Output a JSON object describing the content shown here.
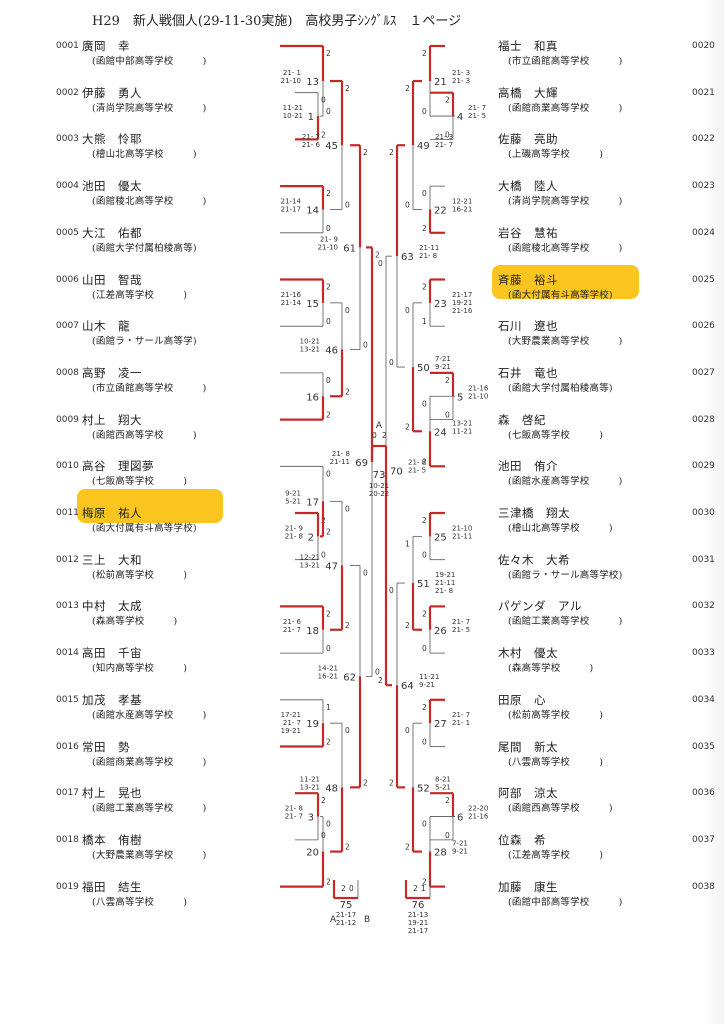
{
  "header": {
    "title": "H29　新人戦個人(29-11-30実施)　高校男子ｼﾝｸﾞﾙｽ　１ページ"
  },
  "left_players": [
    {
      "no": "0001",
      "name": "廣岡　幸",
      "school": "(函館中部高等学校　　　)"
    },
    {
      "no": "0002",
      "name": "伊藤　勇人",
      "school": "(清尚学院高等学校　　　)"
    },
    {
      "no": "0003",
      "name": "大熊　怜耶",
      "school": "(檜山北高等学校　　　)"
    },
    {
      "no": "0004",
      "name": "池田　優太",
      "school": "(函館稜北高等学校　　　)"
    },
    {
      "no": "0005",
      "name": "大江　佑都",
      "school": "(函館大学付属柏稜高等)"
    },
    {
      "no": "0006",
      "name": "山田　智哉",
      "school": "(江差高等学校　　　)"
    },
    {
      "no": "0007",
      "name": "山木　龍",
      "school": "(函館ラ・サール高等学)"
    },
    {
      "no": "0008",
      "name": "高野　凌一",
      "school": "(市立函館高等学校　　　)"
    },
    {
      "no": "0009",
      "name": "村上　翔大",
      "school": "(函館西高等学校　　　)"
    },
    {
      "no": "0010",
      "name": "高谷　理図夢",
      "school": "(七飯高等学校　　　)"
    },
    {
      "no": "0011",
      "name": "梅原　祐人",
      "school": "(函大付属有斗高等学校)"
    },
    {
      "no": "0012",
      "name": "三上　大和",
      "school": "(松前高等学校　　　)"
    },
    {
      "no": "0013",
      "name": "中村　太成",
      "school": "(森高等学校　　　)"
    },
    {
      "no": "0014",
      "name": "高田　千宙",
      "school": "(知内高等学校　　　)"
    },
    {
      "no": "0015",
      "name": "加茂　孝基",
      "school": "(函館水産高等学校　　　)"
    },
    {
      "no": "0016",
      "name": "常田　勢",
      "school": "(函館商業高等学校　　　)"
    },
    {
      "no": "0017",
      "name": "村上　晃也",
      "school": "(函館工業高等学校　　　)"
    },
    {
      "no": "0018",
      "name": "橋本　侑樹",
      "school": "(大野農業高等学校　　　)"
    },
    {
      "no": "0019",
      "name": "福田　結生",
      "school": "(八雲高等学校　　　)"
    }
  ],
  "right_players": [
    {
      "no": "0020",
      "name": "福士　和真",
      "school": "(市立函館高等学校　　　)"
    },
    {
      "no": "0021",
      "name": "高橋　大輝",
      "school": "(函館商業高等学校　　　)"
    },
    {
      "no": "0022",
      "name": "佐藤　亮助",
      "school": "(上磯高等学校　　　)"
    },
    {
      "no": "0023",
      "name": "大橋　陸人",
      "school": "(清尚学院高等学校　　　)"
    },
    {
      "no": "0024",
      "name": "岩谷　慧祐",
      "school": "(函館稜北高等学校　　　)"
    },
    {
      "no": "0025",
      "name": "斉藤　裕斗",
      "school": "(函大付属有斗高等学校)"
    },
    {
      "no": "0026",
      "name": "石川　遼也",
      "school": "(大野農業高等学校　　　)"
    },
    {
      "no": "0027",
      "name": "石井　竜也",
      "school": "(函館大学付属柏稜高等)"
    },
    {
      "no": "0028",
      "name": "森　啓紀",
      "school": "(七飯高等学校　　　)"
    },
    {
      "no": "0029",
      "name": "池田　侑介",
      "school": "(函館水産高等学校　　　)"
    },
    {
      "no": "0030",
      "name": "三津橋　翔太",
      "school": "(檜山北高等学校　　　)"
    },
    {
      "no": "0031",
      "name": "佐々木　大希",
      "school": "(函館ラ・サール高等学校)"
    },
    {
      "no": "0032",
      "name": "パゲンダ　アル",
      "school": "(函館工業高等学校　　　)"
    },
    {
      "no": "0033",
      "name": "木村　優太",
      "school": "(森高等学校　　　)"
    },
    {
      "no": "0034",
      "name": "田原　心",
      "school": "(松前高等学校　　　)"
    },
    {
      "no": "0035",
      "name": "尾間　新太",
      "school": "(八雲高等学校　　　)"
    },
    {
      "no": "0036",
      "name": "阿部　涼太",
      "school": "(函館西高等学校　　　)"
    },
    {
      "no": "0037",
      "name": "位森　希",
      "school": "(江差高等学校　　　)"
    },
    {
      "no": "0038",
      "name": "加藤　康生",
      "school": "(函館中部高等学校　　　)"
    }
  ],
  "highlight_color": "#f9c51e",
  "bracket_color": "#c62828",
  "matches": [
    {
      "no": "13",
      "scores": [
        "21- 1",
        "21-10"
      ],
      "wins": [
        "2",
        "0"
      ]
    },
    {
      "no": "1",
      "scores": [
        "11-21",
        "10-21"
      ],
      "wins": [
        "0",
        "2"
      ]
    },
    {
      "no": "45",
      "scores": [
        "21- 7",
        "21- 6"
      ],
      "wins": [
        "2",
        "0"
      ]
    },
    {
      "no": "14",
      "scores": [
        "21-14",
        "21-17"
      ],
      "wins": [
        "2",
        "0"
      ]
    },
    {
      "no": "61",
      "scores": [
        "21- 9",
        "21-10"
      ],
      "wins": [
        "2",
        "0"
      ]
    },
    {
      "no": "15",
      "scores": [
        "21-16",
        "21-14"
      ],
      "wins": [
        "2",
        "0"
      ]
    },
    {
      "no": "46",
      "scores": [
        "10-21",
        "13-21"
      ],
      "wins": [
        "0",
        "2"
      ]
    },
    {
      "no": "16",
      "scores": [],
      "wins": [
        "0",
        "2"
      ]
    },
    {
      "no": "69",
      "scores": [
        "21- 8",
        "21-11"
      ],
      "wins": [
        "2",
        "0"
      ]
    },
    {
      "no": "17",
      "scores": [
        "9-21",
        "5-21"
      ],
      "wins": [
        "0",
        "2"
      ]
    },
    {
      "no": "2",
      "scores": [
        "21- 9",
        "21- 8"
      ],
      "wins": [
        "2",
        "0"
      ]
    },
    {
      "no": "47",
      "scores": [
        "12-21",
        "13-21"
      ],
      "wins": [
        "0",
        "2"
      ]
    },
    {
      "no": "18",
      "scores": [
        "21- 6",
        "21- 7"
      ],
      "wins": [
        "2",
        "0"
      ]
    },
    {
      "no": "62",
      "scores": [
        "14-21",
        "16-21"
      ],
      "wins": [
        "0",
        "2"
      ]
    },
    {
      "no": "19",
      "scores": [
        "17-21",
        "21- 7",
        "19-21"
      ],
      "wins": [
        "1",
        "2"
      ]
    },
    {
      "no": "48",
      "scores": [
        "11-21",
        "13-21"
      ],
      "wins": [
        "0",
        "2"
      ]
    },
    {
      "no": "3",
      "scores": [
        "21- 8",
        "21- 7"
      ],
      "wins": [
        "2",
        "0"
      ]
    },
    {
      "no": "20",
      "scores": [],
      "wins": [
        "0",
        "2"
      ]
    },
    {
      "no": "21",
      "scores": [
        "21- 3",
        "21- 3"
      ],
      "wins": [
        "2",
        "0"
      ]
    },
    {
      "no": "4",
      "scores": [
        "21- 7",
        "21- 5"
      ],
      "wins": [
        "2",
        "0"
      ]
    },
    {
      "no": "49",
      "scores": [
        "21- 3",
        "21- 7"
      ],
      "wins": [
        "2",
        "0"
      ]
    },
    {
      "no": "22",
      "scores": [
        "12-21",
        "16-21"
      ],
      "wins": [
        "0",
        "2"
      ]
    },
    {
      "no": "63",
      "scores": [
        "21-11",
        "21- 8"
      ],
      "wins": [
        "2",
        "0"
      ]
    },
    {
      "no": "23",
      "scores": [
        "21-17",
        "19-21",
        "21-16"
      ],
      "wins": [
        "2",
        "1"
      ]
    },
    {
      "no": "50",
      "scores": [
        "7-21",
        "9-21"
      ],
      "wins": [
        "0",
        "2"
      ]
    },
    {
      "no": "5",
      "scores": [
        "21-16",
        "21-10"
      ],
      "wins": [
        "2",
        "0"
      ]
    },
    {
      "no": "24",
      "scores": [
        "13-21",
        "11-21"
      ],
      "wins": [
        "0",
        "2"
      ]
    },
    {
      "no": "70",
      "scores": [
        "21- 8",
        "21- 5"
      ],
      "wins": [
        "0",
        "2"
      ]
    },
    {
      "no": "73",
      "scores": [
        "10-21",
        "20-22"
      ],
      "wins": [
        "0",
        "2"
      ]
    },
    {
      "no": "25",
      "scores": [
        "21-10",
        "21-11"
      ],
      "wins": [
        "2",
        "0"
      ]
    },
    {
      "no": "51",
      "scores": [
        "19-21",
        "21-11",
        "21- 8"
      ],
      "wins": [
        "1",
        "2"
      ]
    },
    {
      "no": "26",
      "scores": [
        "21- 7",
        "21- 5"
      ],
      "wins": [
        "2",
        "0"
      ]
    },
    {
      "no": "64",
      "scores": [
        "11-21",
        "9-21"
      ],
      "wins": [
        "0",
        "2"
      ]
    },
    {
      "no": "27",
      "scores": [
        "21- 7",
        "21- 1"
      ],
      "wins": [
        "2",
        "0"
      ]
    },
    {
      "no": "52",
      "scores": [
        "8-21",
        "5-21"
      ],
      "wins": [
        "0",
        "2"
      ]
    },
    {
      "no": "6",
      "scores": [
        "22-20",
        "21-16"
      ],
      "wins": [
        "2",
        "0"
      ]
    },
    {
      "no": "28",
      "scores": [
        "7-21",
        "9-21"
      ],
      "wins": [
        "0",
        "2"
      ]
    },
    {
      "no": "75",
      "scores": [
        "21-17",
        "21-12"
      ],
      "wins": [
        "2",
        "0"
      ]
    },
    {
      "no": "76",
      "scores": [
        "21-13",
        "19-21",
        "21-17"
      ],
      "wins": [
        "2",
        "1"
      ]
    }
  ],
  "finals": {
    "semi_label_a": "A",
    "semi_label_b": "B",
    "top_label": "A",
    "top_wins": [
      "0",
      "2"
    ]
  }
}
